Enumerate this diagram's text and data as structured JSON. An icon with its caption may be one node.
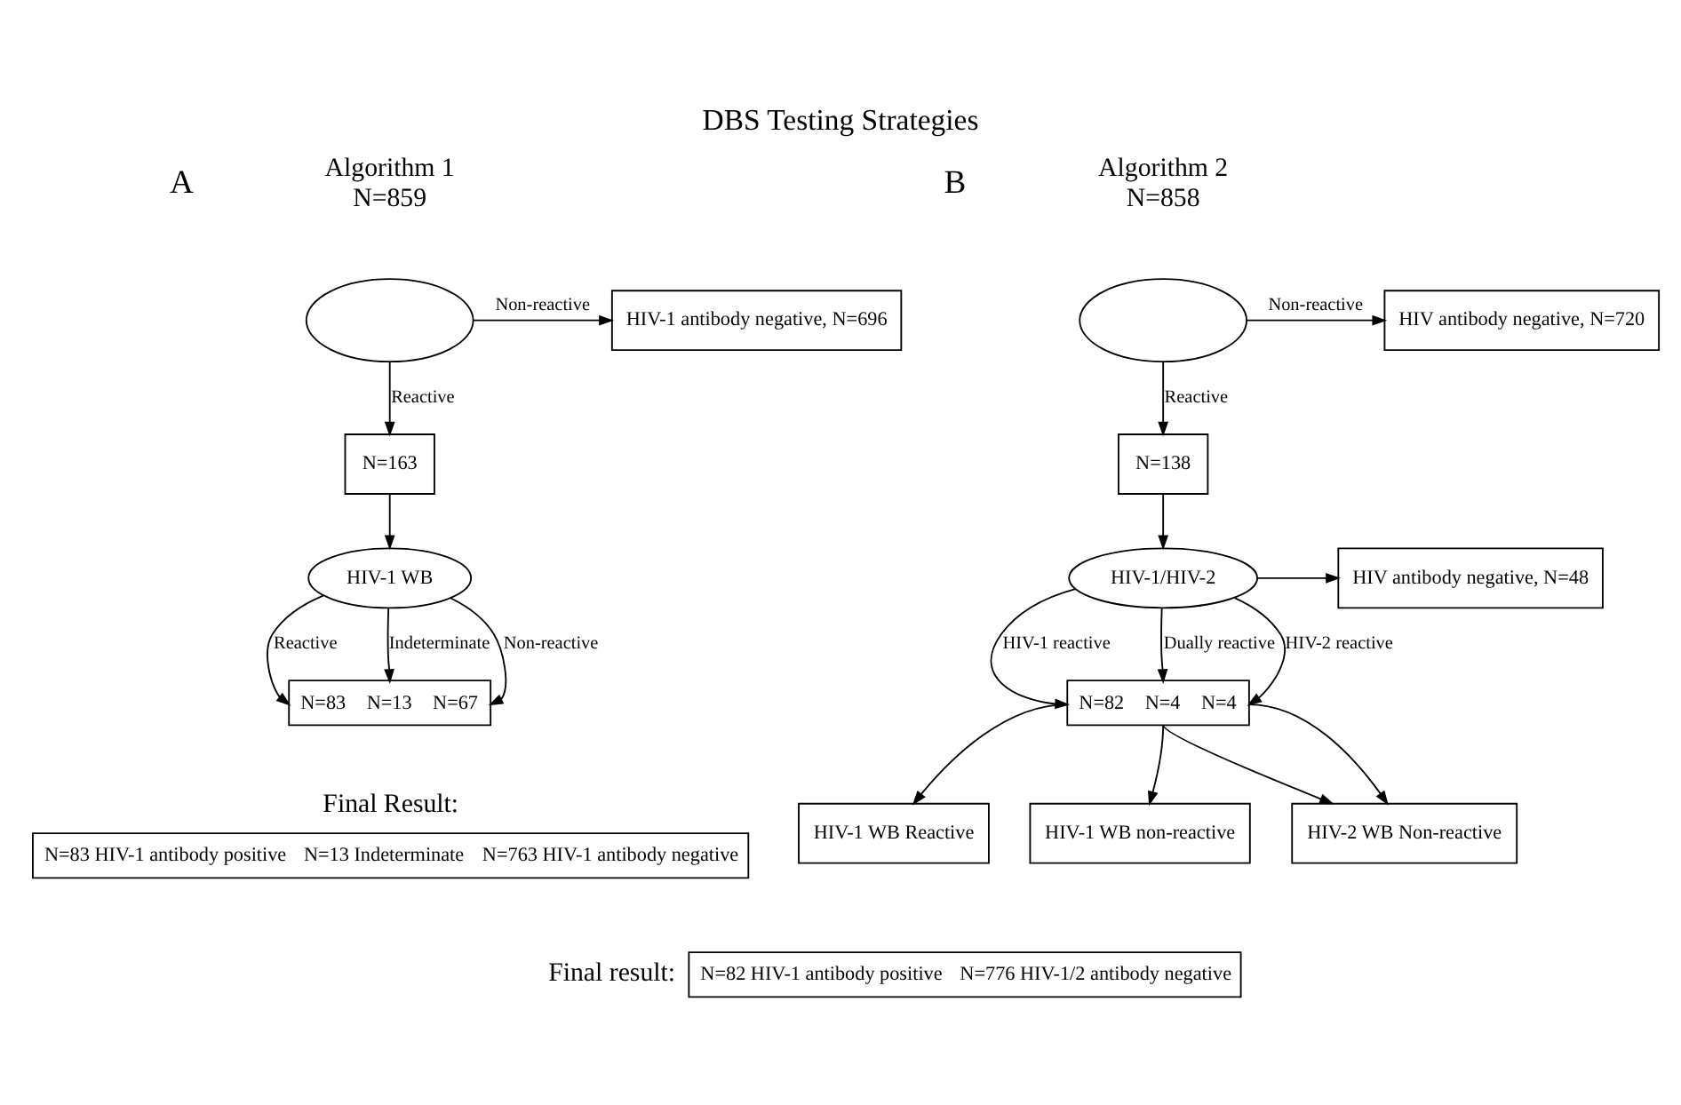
{
  "diagram": {
    "title": "DBS Testing Strategies",
    "nodes": [
      {
        "text": [],
        "shape": "ellipse"
      },
      {
        "text": [
          "HIV-1 antibody negative, N=696"
        ]
      },
      {
        "text": [
          "N=163"
        ]
      },
      {
        "text": [
          "HIV-1 WB"
        ]
      },
      {
        "text": [
          "N=83",
          "N=13",
          "N=67"
        ]
      },
      {
        "text": [
          "N=83 HIV-1 antibody positive",
          "N=13 Indeterminate",
          "N=763 HIV-1 antibody negative"
        ],
        "beside": [
          "Final Result:"
        ]
      },
      {
        "text": [],
        "shape": "ellipse"
      },
      {
        "text": [
          "HIV antibody negative, N=720"
        ]
      },
      {
        "text": [
          "N=138"
        ]
      },
      {
        "text": [
          "HIV-1/HIV-2"
        ]
      },
      {
        "text": [
          "HIV antibody negative, N=48"
        ]
      },
      {
        "text": [
          "N=82",
          "N=4",
          "N=4"
        ]
      },
      {
        "text": [
          "HIV-1 WB Reactive"
        ]
      },
      {
        "text": [
          "HIV-1 WB non-reactive"
        ]
      },
      {
        "text": [
          "HIV-2 WB Non-reactive"
        ]
      },
      {
        "text": [
          "N=82 HIV-1 antibody positive",
          "N=776 HIV-1/2 antibody negative"
        ],
        "beside": [
          "Final result:"
        ]
      }
    ],
    "edges": [
      {
        "from": 0,
        "to": 1,
        "arrow": "to",
        "label": "Non-reactive"
      },
      {
        "from": 0,
        "to": 2,
        "arrow": "to",
        "label": "Reactive"
      },
      {
        "from": 2,
        "to": 3,
        "arrow": "to"
      },
      {
        "from": 3,
        "to": 4,
        "arrow": "to",
        "label": "Reactive"
      },
      {
        "from": 3,
        "to": 4,
        "arrow": "to",
        "label": "Indeterminate"
      },
      {
        "from": 3,
        "to": 4,
        "arrow": "to",
        "label": "Non-reactive"
      },
      {
        "from": 6,
        "to": 7,
        "arrow": "to",
        "label": "Non-reactive"
      },
      {
        "from": 6,
        "to": 8,
        "arrow": "to",
        "label": "Reactive"
      },
      {
        "from": 8,
        "to": 9,
        "arrow": "to"
      },
      {
        "from": 9,
        "to": 10,
        "arrow": "to"
      },
      {
        "from": 9,
        "to": 11,
        "arrow": "to",
        "label": "HIV-1 reactive"
      },
      {
        "from": 9,
        "to": 11,
        "arrow": "to",
        "label": "Dually reactive"
      },
      {
        "from": 9,
        "to": 11,
        "arrow": "to",
        "label": "HIV-2 reactive"
      },
      {
        "from": 11,
        "to": 12,
        "arrow": "to"
      },
      {
        "from": 11,
        "to": 13,
        "arrow": "to"
      },
      {
        "from": 11,
        "to": 14,
        "arrow": "to"
      },
      {
        "from": 11,
        "to": 14,
        "arrow": "to"
      }
    ],
    "labels": [
      "Algorithm 1",
      "N=859",
      "A",
      "Algorithm 2",
      "N=858",
      "B"
    ]
  }
}
